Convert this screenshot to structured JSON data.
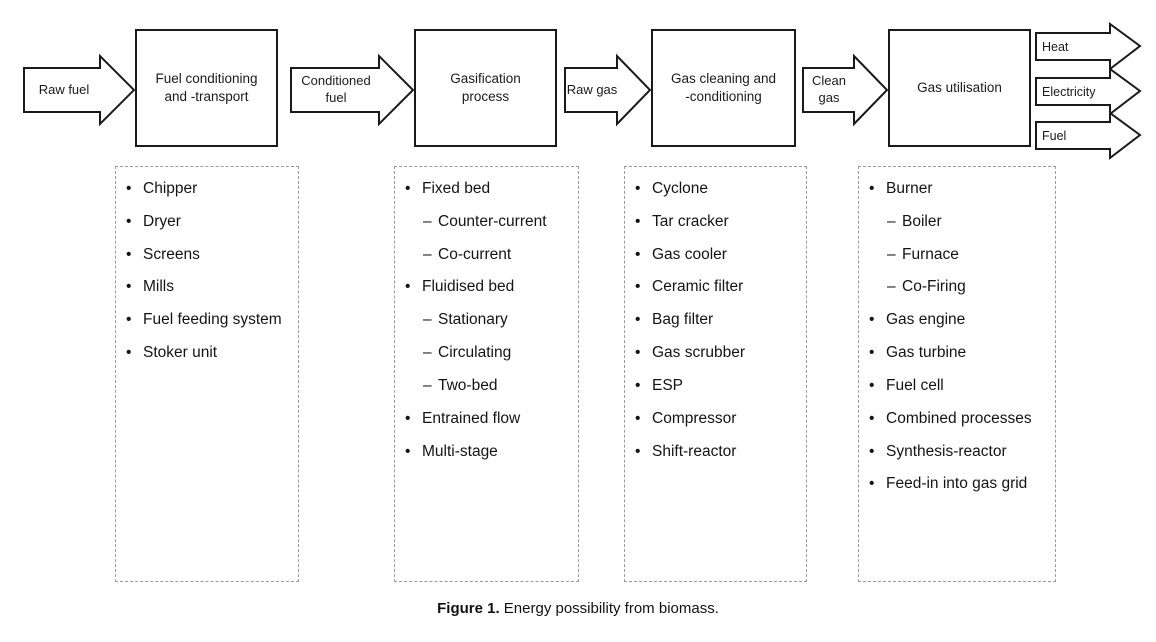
{
  "figure": {
    "caption_label": "Figure 1.",
    "caption_text": " Energy possibility from biomass."
  },
  "colors": {
    "stroke": "#1a1a1a",
    "dashed": "#9a9a9a",
    "text": "#141414",
    "background": "#ffffff"
  },
  "flow": {
    "stages": [
      {
        "line1": "Fuel conditioning",
        "line2": "and -transport"
      },
      {
        "line1": "Gasification",
        "line2": "process"
      },
      {
        "line1": "Gas cleaning and",
        "line2": "-conditioning"
      },
      {
        "line1": "Gas utilisation",
        "line2": ""
      }
    ],
    "connectors": [
      {
        "line1": "Raw fuel",
        "line2": ""
      },
      {
        "line1": "Conditioned",
        "line2": "fuel"
      },
      {
        "line1": "Raw gas",
        "line2": ""
      },
      {
        "line1": "Clean gas",
        "line2": ""
      }
    ],
    "outputs": [
      {
        "label": "Heat"
      },
      {
        "label": "Electricity"
      },
      {
        "label": "Fuel"
      }
    ]
  },
  "panels": [
    {
      "id": "fuel-conditioning-options",
      "items": [
        {
          "marker": "•",
          "level": 0,
          "text": "Chipper"
        },
        {
          "marker": "•",
          "level": 0,
          "text": "Dryer"
        },
        {
          "marker": "•",
          "level": 0,
          "text": "Screens"
        },
        {
          "marker": "•",
          "level": 0,
          "text": "Mills"
        },
        {
          "marker": "•",
          "level": 0,
          "text": "Fuel feeding system"
        },
        {
          "marker": "•",
          "level": 0,
          "text": "Stoker unit"
        }
      ]
    },
    {
      "id": "gasification-options",
      "items": [
        {
          "marker": "•",
          "level": 0,
          "text": "Fixed bed"
        },
        {
          "marker": "–",
          "level": 1,
          "text": "Counter-current"
        },
        {
          "marker": "–",
          "level": 1,
          "text": "Co-current"
        },
        {
          "marker": "•",
          "level": 0,
          "text": "Fluidised bed"
        },
        {
          "marker": "–",
          "level": 1,
          "text": "Stationary"
        },
        {
          "marker": "–",
          "level": 1,
          "text": "Circulating"
        },
        {
          "marker": "–",
          "level": 1,
          "text": "Two-bed"
        },
        {
          "marker": "•",
          "level": 0,
          "text": "Entrained flow"
        },
        {
          "marker": "•",
          "level": 0,
          "text": "Multi-stage"
        }
      ]
    },
    {
      "id": "gas-cleaning-options",
      "items": [
        {
          "marker": "•",
          "level": 0,
          "text": "Cyclone"
        },
        {
          "marker": "•",
          "level": 0,
          "text": "Tar cracker"
        },
        {
          "marker": "•",
          "level": 0,
          "text": "Gas cooler"
        },
        {
          "marker": "•",
          "level": 0,
          "text": "Ceramic filter"
        },
        {
          "marker": "•",
          "level": 0,
          "text": "Bag filter"
        },
        {
          "marker": "•",
          "level": 0,
          "text": "Gas scrubber"
        },
        {
          "marker": "•",
          "level": 0,
          "text": "ESP"
        },
        {
          "marker": "•",
          "level": 0,
          "text": "Compressor"
        },
        {
          "marker": "•",
          "level": 0,
          "text": "Shift-reactor"
        }
      ]
    },
    {
      "id": "gas-utilisation-options",
      "items": [
        {
          "marker": "•",
          "level": 0,
          "text": "Burner"
        },
        {
          "marker": "–",
          "level": 1,
          "text": "Boiler"
        },
        {
          "marker": "–",
          "level": 1,
          "text": "Furnace"
        },
        {
          "marker": "–",
          "level": 1,
          "text": "Co-Firing"
        },
        {
          "marker": "•",
          "level": 0,
          "text": "Gas engine"
        },
        {
          "marker": "•",
          "level": 0,
          "text": "Gas turbine"
        },
        {
          "marker": "•",
          "level": 0,
          "text": "Fuel cell"
        },
        {
          "marker": "•",
          "level": 0,
          "text": "Combined processes"
        },
        {
          "marker": "•",
          "level": 0,
          "text": "Synthesis-reactor"
        },
        {
          "marker": "•",
          "level": 0,
          "text": "Feed-in into gas grid"
        }
      ]
    }
  ]
}
